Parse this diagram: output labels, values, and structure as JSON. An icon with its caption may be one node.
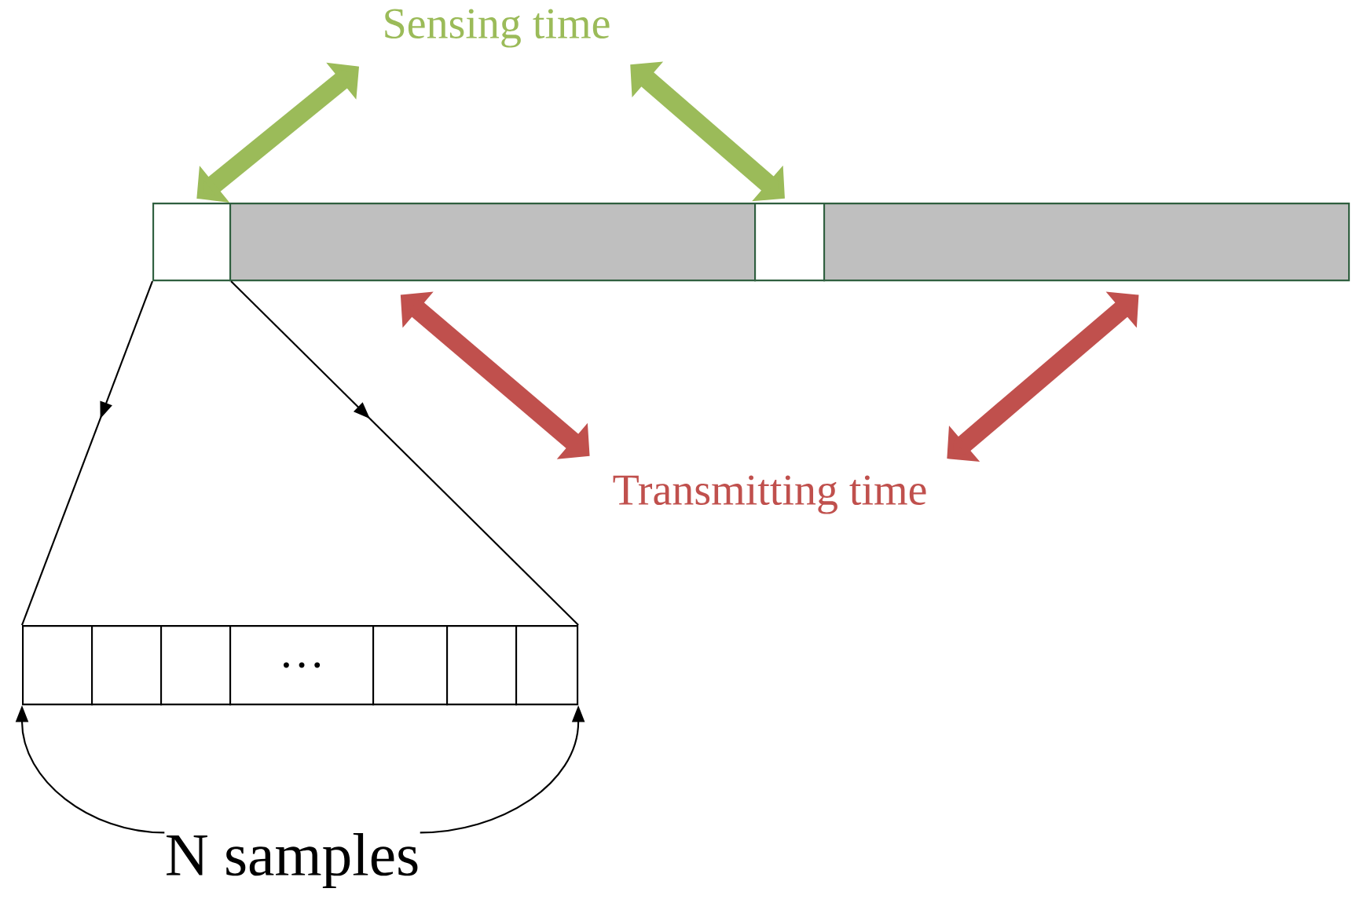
{
  "diagram": {
    "nodes": [
      {
        "text": [
          "Sensing time"
        ]
      },
      {
        "text": [],
        "shape": "box"
      },
      {
        "text": [],
        "shape": "box"
      },
      {
        "text": [],
        "shape": "box"
      },
      {
        "text": [],
        "shape": "box"
      },
      {
        "text": [
          "Transmitting time"
        ]
      },
      {
        "text": [],
        "shape": "box"
      },
      {
        "text": [],
        "shape": "box"
      },
      {
        "text": [],
        "shape": "box"
      },
      {
        "text": [
          "…"
        ]
      },
      {
        "text": [],
        "shape": "box"
      },
      {
        "text": [],
        "shape": "box"
      },
      {
        "text": [],
        "shape": "box"
      },
      {
        "text": [
          "N samples"
        ]
      }
    ],
    "edges": [
      {
        "from": 0,
        "to": 1,
        "arrow": "both",
        "style": "thick",
        "color": "#9bbb59"
      },
      {
        "from": 0,
        "to": 3,
        "arrow": "both",
        "style": "thick",
        "color": "#9bbb59"
      },
      {
        "from": 5,
        "to": 2,
        "arrow": "both",
        "style": "thick",
        "color": "#c0504d"
      },
      {
        "from": 5,
        "to": 4,
        "arrow": "both",
        "style": "thick",
        "color": "#c0504d"
      },
      {
        "from": 1,
        "to": 6,
        "arrow": "to"
      },
      {
        "from": 1,
        "to": 12,
        "arrow": "to"
      },
      {
        "from": 13,
        "to": 6,
        "arrow": "to"
      },
      {
        "from": 13,
        "to": 12,
        "arrow": "to"
      }
    ]
  }
}
